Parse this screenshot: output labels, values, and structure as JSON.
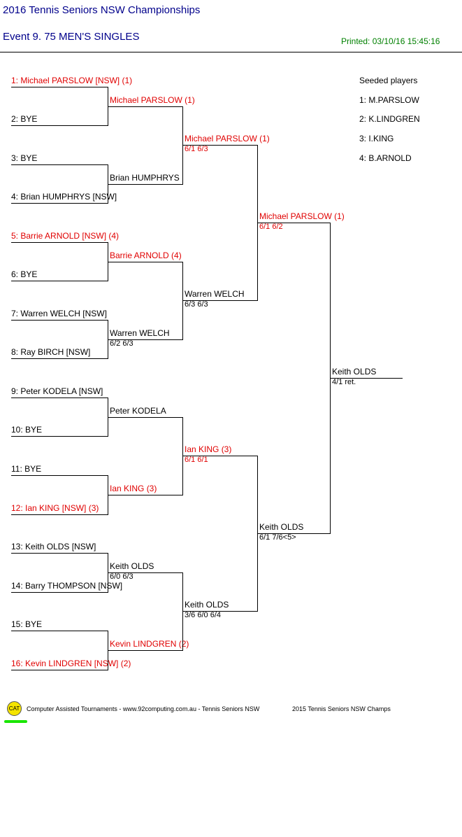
{
  "header": {
    "title": "2016 Tennis Seniors NSW Championships",
    "event": "Event 9. 75 MEN'S SINGLES",
    "printed": "Printed: 03/10/16 15:45:16"
  },
  "seeded": {
    "title": "Seeded players",
    "list": [
      "1: M.PARSLOW",
      "2: K.LINDGREN",
      "3: I.KING",
      "4: B.ARNOLD"
    ]
  },
  "colors": {
    "seeded_red": "#e00000",
    "title_blue": "#00008b",
    "printed_green": "#008000"
  },
  "draw": [
    "1: Michael PARSLOW [NSW] (1)",
    "2: BYE",
    "3: BYE",
    "4: Brian HUMPHRYS [NSW]",
    "5: Barrie ARNOLD [NSW] (4)",
    "6: BYE",
    "7: Warren WELCH [NSW]",
    "8: Ray BIRCH [NSW]",
    "9: Peter KODELA [NSW]",
    "10: BYE",
    "11: BYE",
    "12: Ian KING [NSW] (3)",
    "13: Keith OLDS [NSW]",
    "14: Barry THOMPSON [NSW]",
    "15: BYE",
    "16: Kevin LINDGREN [NSW] (2)"
  ],
  "round2": [
    {
      "name": "Michael PARSLOW (1)",
      "score": ""
    },
    {
      "name": "Brian HUMPHRYS",
      "score": ""
    },
    {
      "name": "Barrie ARNOLD (4)",
      "score": ""
    },
    {
      "name": "Warren WELCH",
      "score": "6/2 6/3"
    },
    {
      "name": "Peter KODELA",
      "score": ""
    },
    {
      "name": "Ian KING (3)",
      "score": ""
    },
    {
      "name": "Keith OLDS",
      "score": "6/0 6/3"
    },
    {
      "name": "Kevin LINDGREN (2)",
      "score": ""
    }
  ],
  "quarterfinals": [
    {
      "name": "Michael PARSLOW (1)",
      "score": "6/1 6/3"
    },
    {
      "name": "Warren WELCH",
      "score": "6/3 6/3"
    },
    {
      "name": "Ian KING (3)",
      "score": "6/1 6/1"
    },
    {
      "name": "Keith OLDS",
      "score": "3/6 6/0 6/4"
    }
  ],
  "semifinals": [
    {
      "name": "Michael PARSLOW (1)",
      "score": "6/1 6/2"
    },
    {
      "name": "Keith OLDS",
      "score": "6/1 7/6<5>"
    }
  ],
  "final": {
    "name": "Keith OLDS",
    "score": "4/1 ret."
  },
  "footer": {
    "logo": "CAT",
    "credits": "Computer Assisted Tournaments - www.92computing.com.au -  Tennis Seniors NSW",
    "event": "2015 Tennis Seniors NSW Champs"
  }
}
